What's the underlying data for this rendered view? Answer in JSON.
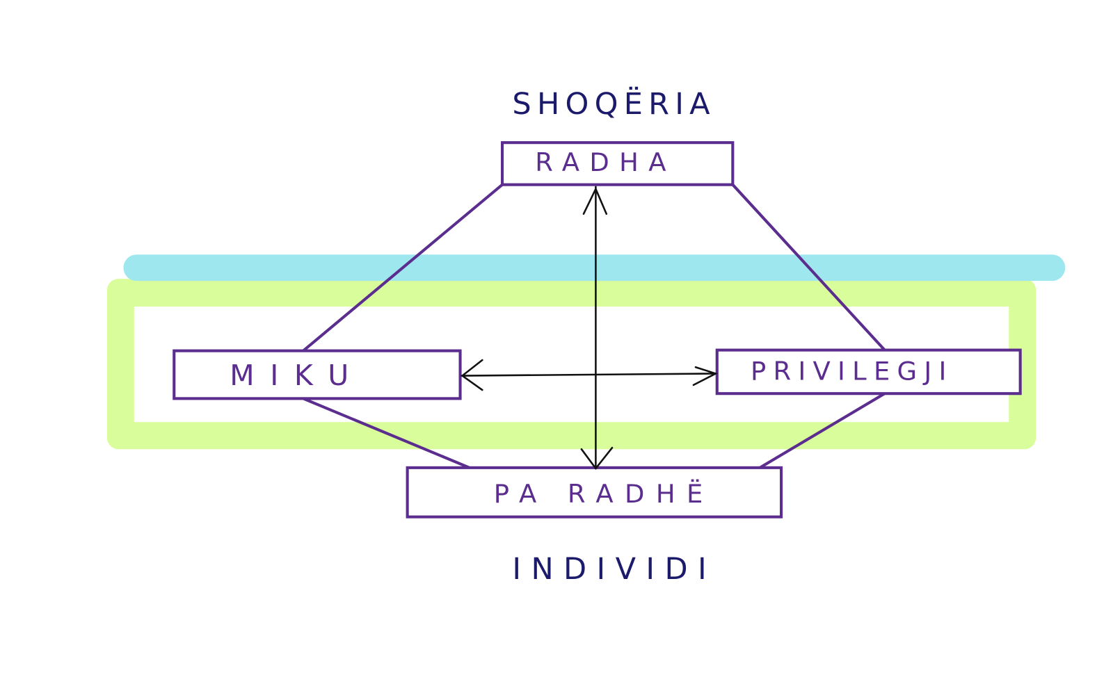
{
  "diagram": {
    "top_label": "SHOQËRIA",
    "bottom_label": "INDIVIDI",
    "nodes": {
      "top": "RADHA",
      "left": "MIKU",
      "right": "PRIVILEGJI",
      "bottom": "PA RADHË"
    },
    "colors": {
      "box_stroke": "#5b2d8e",
      "band_cyan": "#9ee7ef",
      "frame_green": "#dafd9c",
      "title_text": "#1c1a6b",
      "arrow": "#111111"
    }
  }
}
